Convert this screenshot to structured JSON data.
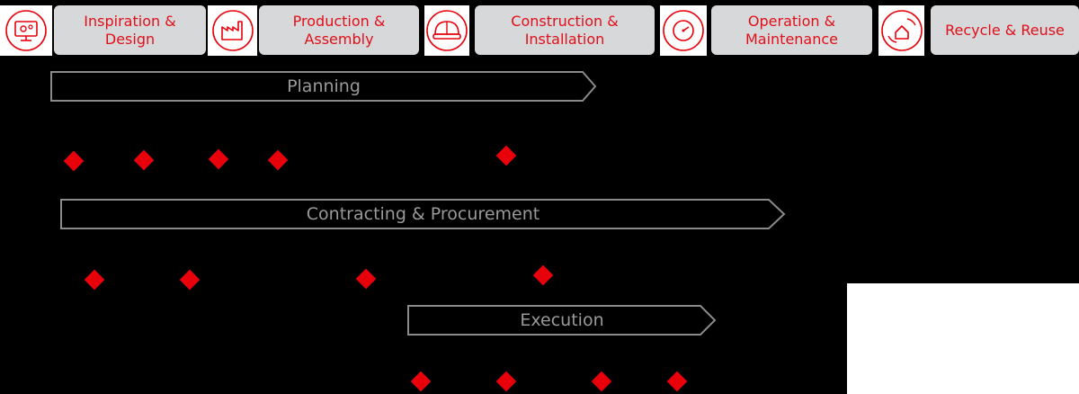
{
  "phases": [
    {
      "label": "Inspiration & Design",
      "icon": "monitor-gear-icon"
    },
    {
      "label": "Production & Assembly",
      "icon": "factory-icon"
    },
    {
      "label": "Construction & Installation",
      "icon": "hardhat-icon"
    },
    {
      "label": "Operation & Maintenance",
      "icon": "gauge-icon"
    },
    {
      "label": "Recycle & Reuse",
      "icon": "hands-house-icon"
    }
  ],
  "bars": [
    {
      "label": "Planning"
    },
    {
      "label": "Contracting & Procurement"
    },
    {
      "label": "Execution"
    }
  ],
  "colors": {
    "accent": "#e8000b",
    "box": "#d7d8da",
    "arrow_stroke": "#8a8a8a",
    "background": "#000000"
  }
}
